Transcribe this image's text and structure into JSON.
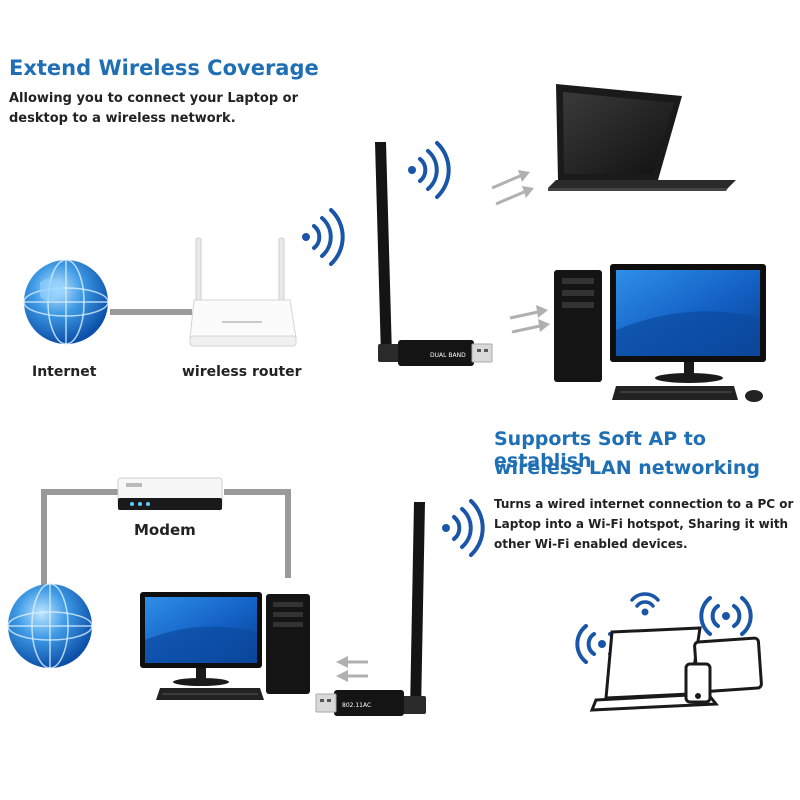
{
  "section_top": {
    "heading": "Extend Wireless Coverage",
    "description_line1": "Allowing you to connect your Laptop or",
    "description_line2": "desktop to a wireless network.",
    "internet_label": "Internet",
    "router_label": "wireless router",
    "adapter_text": "DUAL BAND"
  },
  "section_bottom": {
    "heading_line1": "Supports Soft AP to establish",
    "heading_line2": "wireless LAN networking",
    "description_line1": "Turns a wired internet connection to a PC or",
    "description_line2": "Laptop into a Wi-Fi hotspot, Sharing it with",
    "description_line3": "other Wi-Fi enabled devices.",
    "modem_label": "Modem",
    "adapter_text": "802.11AC"
  },
  "colors": {
    "heading_blue": "#1f6fb5",
    "wifi_blue": "#1a56a8",
    "cable_gray": "#9a9a9a",
    "screen_blue": "#1565c0",
    "device_black": "#141414"
  },
  "icons": [
    "globe-icon",
    "router-icon",
    "usb-adapter-icon",
    "laptop-icon",
    "desktop-pc-icon",
    "modem-icon",
    "wifi-signal-icon",
    "arrow-icon",
    "tablet-icon",
    "phone-icon"
  ]
}
